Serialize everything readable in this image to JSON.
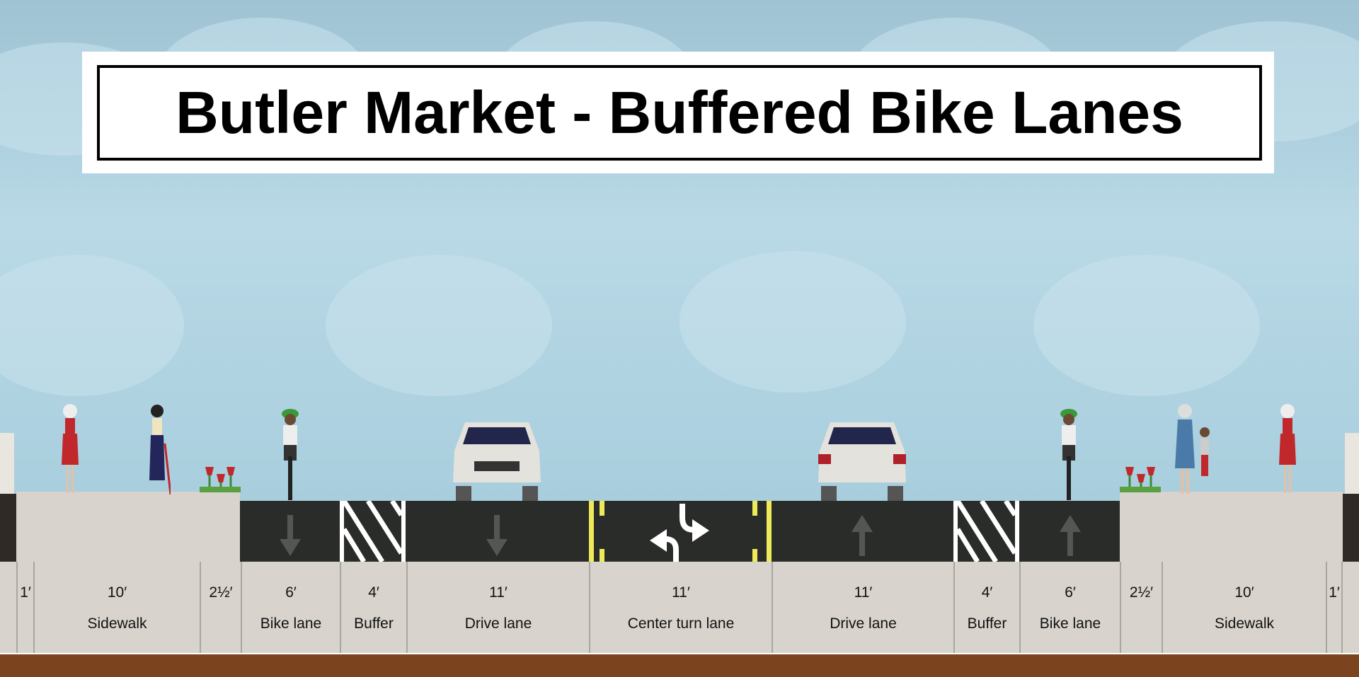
{
  "title": "Butler Market - Buffered Bike Lanes",
  "segments": [
    {
      "width": "1′",
      "name": ""
    },
    {
      "width": "10′",
      "name": "Sidewalk"
    },
    {
      "width": "2½′",
      "name": ""
    },
    {
      "width": "6′",
      "name": "Bike lane"
    },
    {
      "width": "4′",
      "name": "Buffer"
    },
    {
      "width": "11′",
      "name": "Drive lane"
    },
    {
      "width": "11′",
      "name": "Center turn lane"
    },
    {
      "width": "11′",
      "name": "Drive lane"
    },
    {
      "width": "4′",
      "name": "Buffer"
    },
    {
      "width": "6′",
      "name": "Bike lane"
    },
    {
      "width": "2½′",
      "name": ""
    },
    {
      "width": "10′",
      "name": "Sidewalk"
    },
    {
      "width": "1′",
      "name": ""
    }
  ],
  "colors": {
    "asphalt": "#2a2c29",
    "sidewalk": "#d8d4cd",
    "ground": "#7b431e",
    "yellow": "#eeea5a"
  }
}
